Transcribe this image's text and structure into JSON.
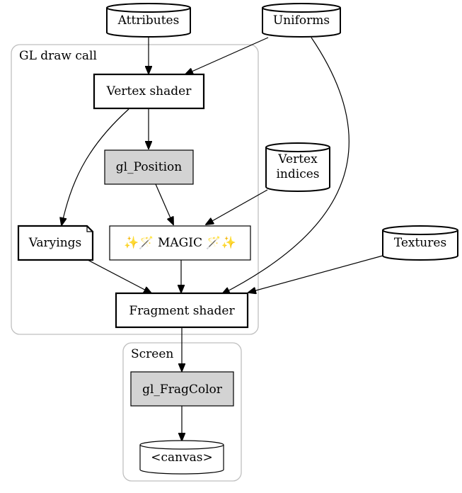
{
  "clusters": {
    "draw_call": {
      "label": "GL draw call"
    },
    "screen": {
      "label": "Screen"
    }
  },
  "nodes": {
    "attributes": {
      "label": "Attributes",
      "shape": "cylinder"
    },
    "uniforms": {
      "label": "Uniforms",
      "shape": "cylinder"
    },
    "vertex_shader": {
      "label": "Vertex shader",
      "shape": "box-bold"
    },
    "gl_position": {
      "label": "gl_Position",
      "shape": "box-filled"
    },
    "vertex_indices": {
      "label_line1": "Vertex",
      "label_line2": "indices",
      "shape": "cylinder"
    },
    "varyings": {
      "label": "Varyings",
      "shape": "note"
    },
    "magic": {
      "label": "✨🪄  MAGIC 🪄✨",
      "shape": "box"
    },
    "textures": {
      "label": "Textures",
      "shape": "cylinder"
    },
    "fragment_shader": {
      "label": "Fragment shader",
      "shape": "box-bold"
    },
    "gl_fragcolor": {
      "label": "gl_FragColor",
      "shape": "box-filled"
    },
    "canvas": {
      "label": "<canvas>",
      "shape": "cylinder"
    }
  },
  "edges": [
    {
      "from": "attributes",
      "to": "vertex_shader"
    },
    {
      "from": "uniforms",
      "to": "vertex_shader"
    },
    {
      "from": "uniforms",
      "to": "fragment_shader"
    },
    {
      "from": "vertex_shader",
      "to": "gl_position"
    },
    {
      "from": "vertex_shader",
      "to": "varyings"
    },
    {
      "from": "gl_position",
      "to": "magic"
    },
    {
      "from": "vertex_indices",
      "to": "magic"
    },
    {
      "from": "varyings",
      "to": "fragment_shader"
    },
    {
      "from": "magic",
      "to": "fragment_shader"
    },
    {
      "from": "textures",
      "to": "fragment_shader"
    },
    {
      "from": "fragment_shader",
      "to": "gl_fragcolor"
    },
    {
      "from": "gl_fragcolor",
      "to": "canvas"
    }
  ],
  "colors": {
    "filled_node": "#d3d3d3",
    "cluster_border": "#bfbfbf",
    "stroke": "#000000"
  }
}
